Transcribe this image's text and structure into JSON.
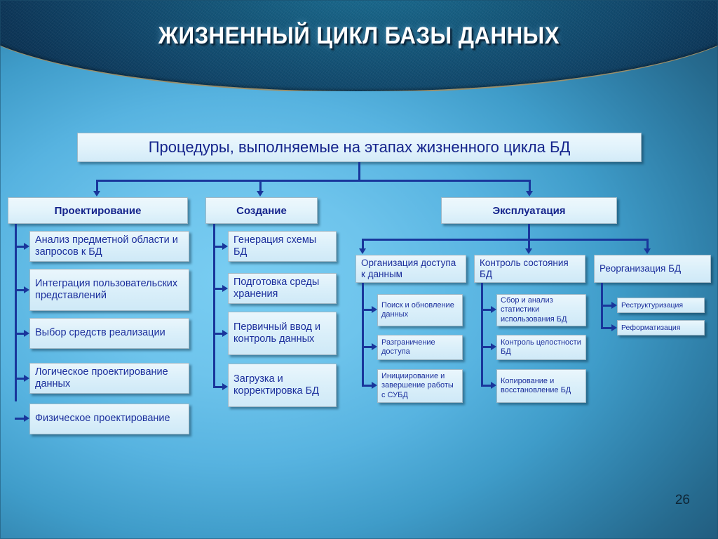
{
  "slide": {
    "title": "ЖИЗНЕННЫЙ ЦИКЛ БАЗЫ ДАННЫХ",
    "page_number": "26",
    "root": "Процедуры, выполняемые на этапах жизненного цикла БД",
    "colors": {
      "background_light": "#79cdf2",
      "background_dark": "#20587a",
      "header_dark": "#0a2c4b",
      "header_border": "#9a8f6a",
      "box_fill": "#dcf0fa",
      "box_text": "#15248c",
      "connector": "#19369b",
      "title_text": "#ffffff"
    }
  },
  "stages": [
    {
      "label": "Проектирование",
      "items": [
        "Анализ предметной области и запросов к БД",
        "Интеграция пользовательских представлений",
        "Выбор средств реализации",
        "Логическое проектирование данных",
        "Физическое проектирование"
      ]
    },
    {
      "label": "Создание",
      "items": [
        "Генерация схемы БД",
        "Подготовка среды хранения",
        "Первичный ввод и контроль данных",
        "Загрузка и корректировка БД"
      ]
    },
    {
      "label": "Эксплуатация",
      "groups": [
        {
          "label": "Организация доступа к данным",
          "items": [
            "Поиск и обновление данных",
            "Разграничение доступа",
            "Инициирование и завершение работы с СУБД"
          ]
        },
        {
          "label": "Контроль состояния БД",
          "items": [
            "Сбор и анализ статистики использования БД",
            "Контроль целостности БД",
            "Копирование и восстановление БД"
          ]
        },
        {
          "label": "Реорганизация БД",
          "items": [
            "Реструктуризация",
            "Реформатизация"
          ]
        }
      ]
    }
  ]
}
